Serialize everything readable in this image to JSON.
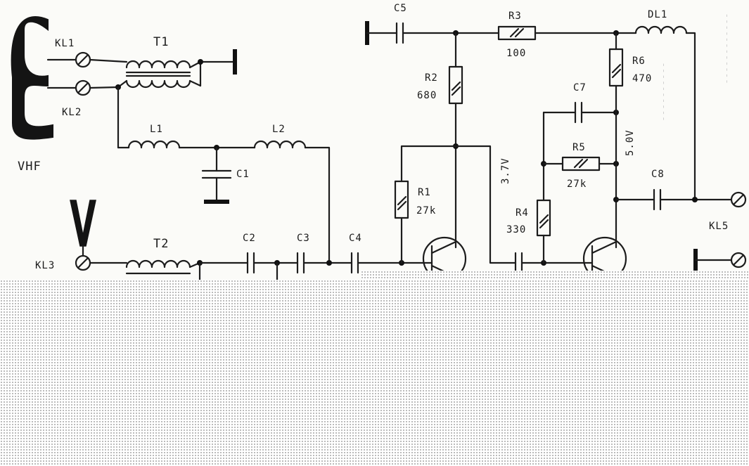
{
  "labels": {
    "vhf": "VHF",
    "kl1": "KL1",
    "kl2": "KL2",
    "kl3": "KL3",
    "kl5": "KL5",
    "t1": "T1",
    "t2": "T2",
    "l1": "L1",
    "l2": "L2",
    "c1": "C1",
    "c2": "C2",
    "c3": "C3",
    "c4": "C4",
    "c5": "C5",
    "c7": "C7",
    "c8": "C8",
    "r1": "R1",
    "r1_value": "27k",
    "r2": "R2",
    "r2_value": "680",
    "r3": "R3",
    "r3_value": "100",
    "r4": "R4",
    "r4_value": "330",
    "r5": "R5",
    "r5_value": "27k",
    "r6": "R6",
    "r6_value": "470",
    "dl1": "DL1",
    "v_base1": "3.7V",
    "v_collector2": "5.0V"
  },
  "colors": {
    "ink": "#1c1c1c",
    "paper": "#fbfbf8",
    "mask_dots": "#a9a9a9"
  }
}
